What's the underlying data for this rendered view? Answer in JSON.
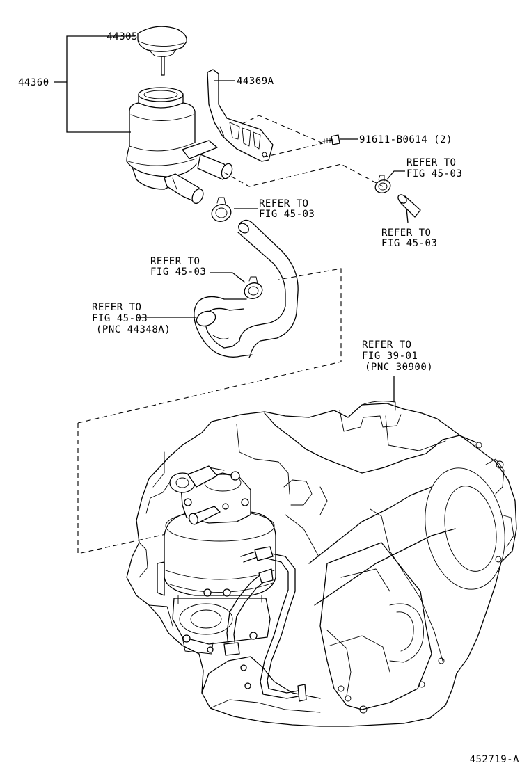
{
  "diagram": {
    "part_labels": {
      "p44305": "44305",
      "p44360": "44360",
      "p44369A": "44369A",
      "bolt": "91611-B0614 (2)"
    },
    "refs": {
      "r1_l1": "REFER TO",
      "r1_l2": "FIG 45-03",
      "r2_l1": "REFER TO",
      "r2_l2": "FIG 45-03",
      "r3_l1": "REFER TO",
      "r3_l2": "FIG 45-03",
      "r4_l1": "REFER TO",
      "r4_l2": "FIG 45-03",
      "r5_l1": "REFER TO",
      "r5_l2": "FIG 45-03",
      "r5_l3": "(PNC 44348A)",
      "r6_l1": "REFER TO",
      "r6_l2": "FIG 39-01",
      "r6_l3": "(PNC 30900)"
    },
    "illustration_number": "452719-A"
  }
}
